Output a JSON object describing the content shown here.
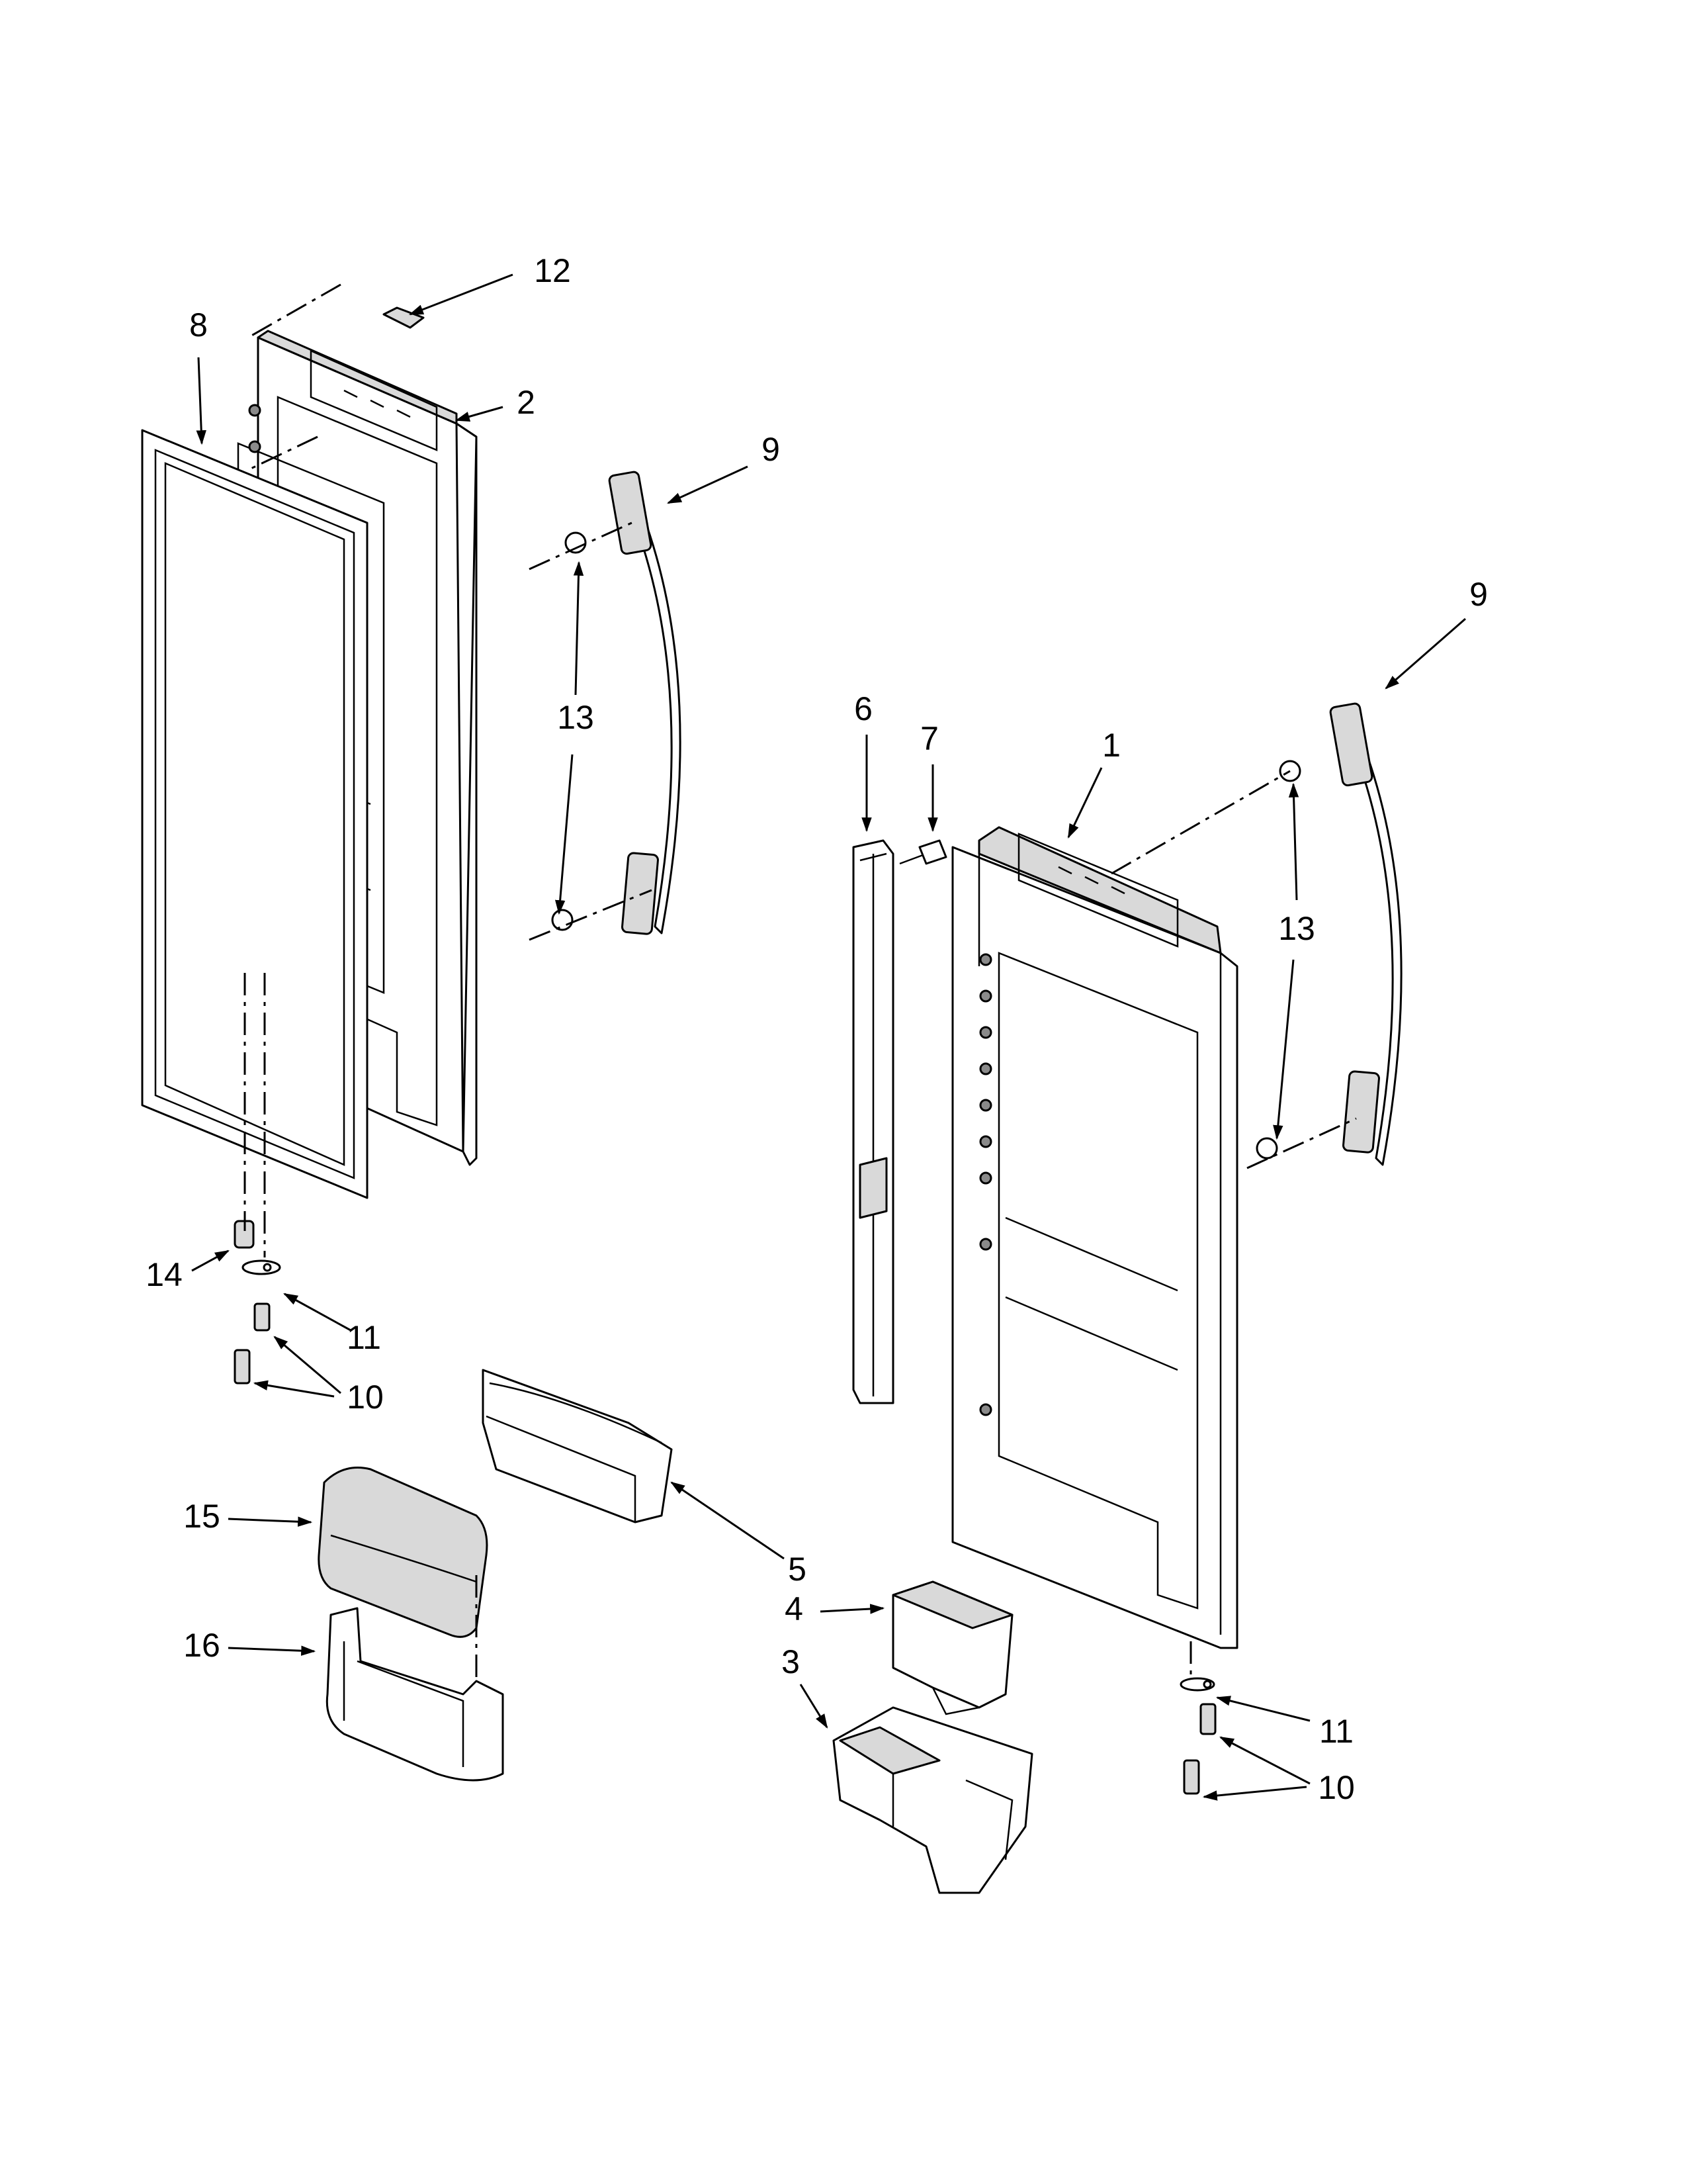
{
  "callouts": {
    "c1": "1",
    "c2": "2",
    "c3": "3",
    "c4": "4",
    "c5": "5",
    "c6": "6",
    "c7": "7",
    "c8": "8",
    "c9a": "9",
    "c9b": "9",
    "c10a": "10",
    "c10b": "10",
    "c11a": "11",
    "c11b": "11",
    "c12": "12",
    "c13a": "13",
    "c13b": "13",
    "c14": "14",
    "c15": "15",
    "c16": "16"
  },
  "colors": {
    "line": "#000000",
    "shade": "#d9d9d9",
    "background": "#ffffff"
  }
}
